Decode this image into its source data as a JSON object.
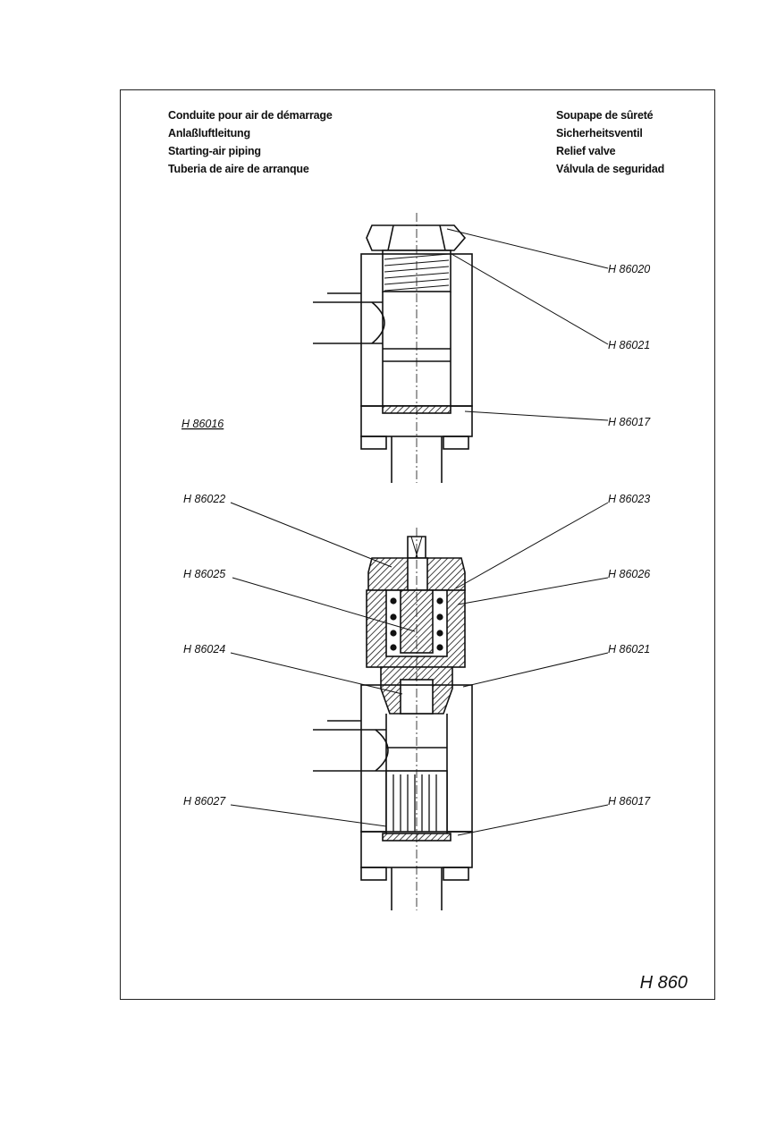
{
  "titles": {
    "left": [
      "Conduite pour air de démarrage",
      "Anlaßluftleitung",
      "Starting-air piping",
      "Tuberia de aire de arranque"
    ],
    "right": [
      "Soupape de sûreté",
      "Sicherheitsventil",
      "Relief valve",
      "Válvula de seguridad"
    ]
  },
  "labels": {
    "assembly_top": "H 86016",
    "top_nut": "H 86020",
    "top_seal": "H 86021",
    "top_gasket": "H 86017",
    "valve_cap": "H 86022",
    "valve_ring": "H 86023",
    "valve_spring": "H 86025",
    "valve_body": "H 86026",
    "valve_seat": "H 86024",
    "bottom_seal": "H 86021",
    "filter": "H 86027",
    "bottom_gasket": "H 86017"
  },
  "page_id": "H 860"
}
